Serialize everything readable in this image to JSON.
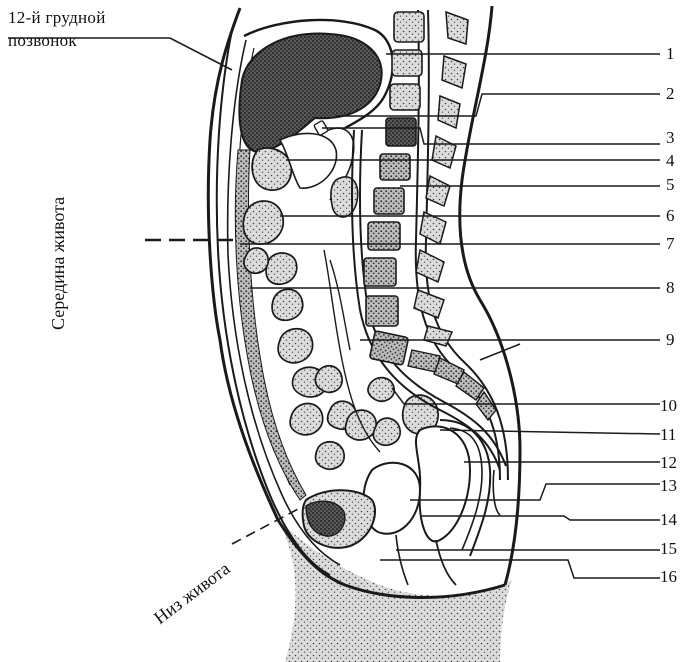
{
  "labels": {
    "vertebra_line1": "12-й грудной",
    "vertebra_line2": "позвонок",
    "mid_abdomen": "Середина живота",
    "low_abdomen": "Низ живота"
  },
  "callouts": [
    "1",
    "2",
    "3",
    "4",
    "5",
    "6",
    "7",
    "8",
    "9",
    "10",
    "11",
    "12",
    "13",
    "14",
    "15",
    "16"
  ],
  "colors": {
    "ink": "#1a1a1a",
    "stipple": "#555555",
    "paper": "#ffffff"
  }
}
